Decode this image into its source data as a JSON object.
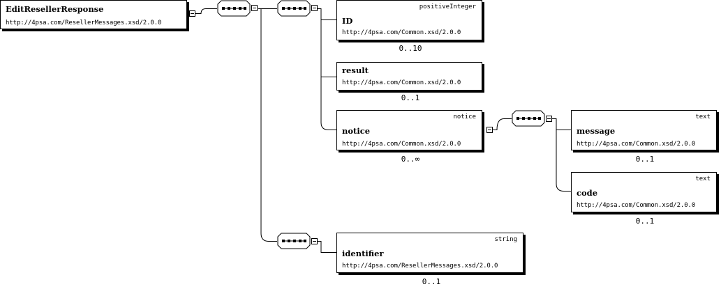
{
  "root": {
    "name": "EditResellerResponse",
    "namespace": "http://4psa.com/ResellerMessages.xsd/2.0.0"
  },
  "elements": {
    "id": {
      "name": "ID",
      "type": "positiveInteger",
      "namespace": "http://4psa.com/Common.xsd/2.0.0",
      "cardinality": "0..10"
    },
    "result": {
      "name": "result",
      "namespace": "http://4psa.com/Common.xsd/2.0.0",
      "cardinality": "0..1"
    },
    "notice": {
      "name": "notice",
      "type": "notice",
      "namespace": "http://4psa.com/Common.xsd/2.0.0",
      "cardinality": "0..∞"
    },
    "message": {
      "name": "message",
      "type": "text",
      "namespace": "http://4psa.com/Common.xsd/2.0.0",
      "cardinality": "0..1"
    },
    "code": {
      "name": "code",
      "type": "text",
      "namespace": "http://4psa.com/Common.xsd/2.0.0",
      "cardinality": "0..1"
    },
    "identifier": {
      "name": "identifier",
      "type": "string",
      "namespace": "http://4psa.com/ResellerMessages.xsd/2.0.0",
      "cardinality": "0..1"
    }
  },
  "compositor_kind": "sequence"
}
